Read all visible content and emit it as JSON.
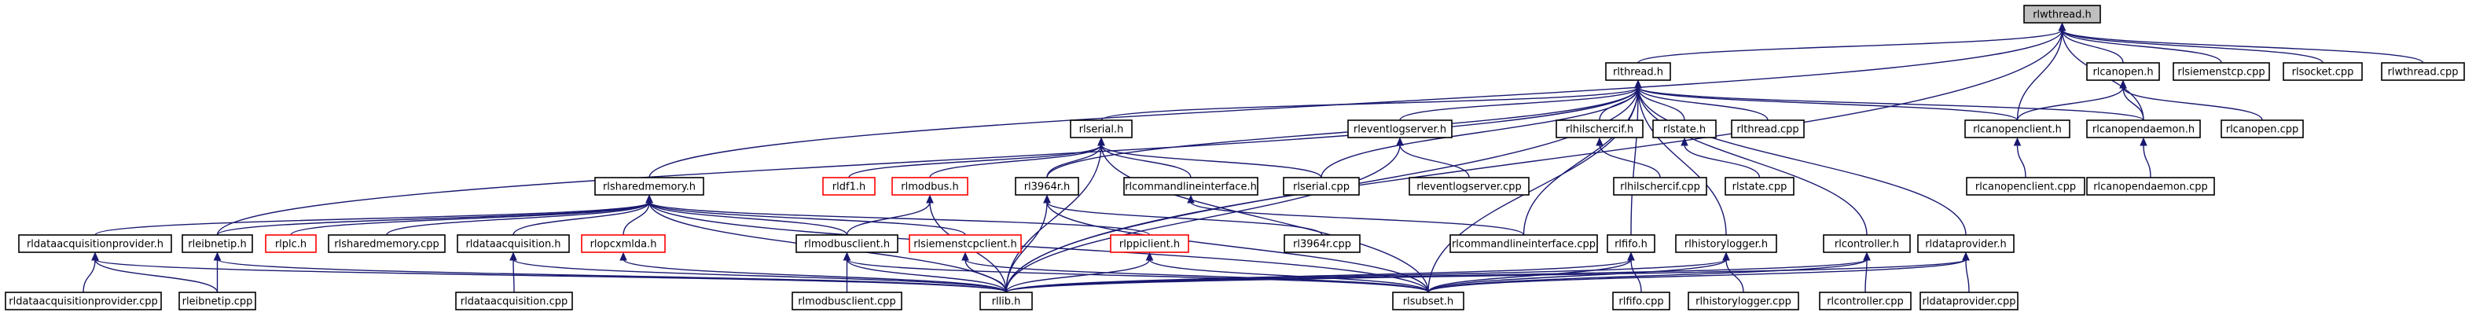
{
  "title": "rlwthread.h",
  "nodes": {
    "rlwthread_h": "rlwthread.h",
    "rlthread_h": "rlthread.h",
    "rlcanopen_h": "rlcanopen.h",
    "rlsiemenstcp_cpp": "rlsiemenstcp.cpp",
    "rlsocket_cpp": "rlsocket.cpp",
    "rlwthread_cpp": "rlwthread.cpp",
    "rlserial_h": "rlserial.h",
    "rleventlogserver_h": "rleventlogserver.h",
    "rlhilschercif_h": "rlhilschercif.h",
    "rlstate_h": "rlstate.h",
    "rlthread_cpp": "rlthread.cpp",
    "rlcanopenclient_h": "rlcanopenclient.h",
    "rlcanopendaemon_h": "rlcanopendaemon.h",
    "rlcanopen_cpp": "rlcanopen.cpp",
    "rlsharedmemory_h": "rlsharedmemory.h",
    "rldf1_h": "rldf1.h",
    "rlmodbus_h": "rlmodbus.h",
    "rl3964r_h": "rl3964r.h",
    "rlcommandlineinterface_h": "rlcommandlineinterface.h",
    "rlserial_cpp": "rlserial.cpp",
    "rleventlogserver_cpp": "rleventlogserver.cpp",
    "rlhilschercif_cpp": "rlhilschercif.cpp",
    "rlstate_cpp": "rlstate.cpp",
    "rlcanopenclient_cpp": "rlcanopenclient.cpp",
    "rlcanopendaemon_cpp": "rlcanopendaemon.cpp",
    "rldataacquisitionprovider_h": "rldataacquisitionprovider.h",
    "rleibnetip_h": "rleibnetip.h",
    "rlplc_h": "rlplc.h",
    "rlsharedmemory_cpp": "rlsharedmemory.cpp",
    "rldataacquisition_h": "rldataacquisition.h",
    "rlopcxmlda_h": "rlopcxmlda.h",
    "rlmodbusclient_h": "rlmodbusclient.h",
    "rlsiemenstcpclient_h": "rlsiemenstcpclient.h",
    "rlppiclient_h": "rlppiclient.h",
    "rl3964r_cpp": "rl3964r.cpp",
    "rlcommandlineinterface_cpp": "rlcommandlineinterface.cpp",
    "rlfifo_h": "rlfifo.h",
    "rlhistorylogger_h": "rlhistorylogger.h",
    "rlcontroller_h": "rlcontroller.h",
    "rldataprovider_h": "rldataprovider.h",
    "rldataacquisitionprovider_cpp": "rldataacquisitionprovider.cpp",
    "rleibnetip_cpp": "rleibnetip.cpp",
    "rldataacquisition_cpp": "rldataacquisition.cpp",
    "rlmodbusclient_cpp": "rlmodbusclient.cpp",
    "rllib_h": "rllib.h",
    "rlsubset_h": "rlsubset.h",
    "rlfifo_cpp": "rlfifo.cpp",
    "rlhistorylogger_cpp": "rlhistorylogger.cpp",
    "rlcontroller_cpp": "rlcontroller.cpp",
    "rldataprovider_cpp": "rldataprovider.cpp"
  },
  "edges": [
    [
      "rlwthread_h",
      "rlthread_h"
    ],
    [
      "rlwthread_h",
      "rlcanopen_h"
    ],
    [
      "rlwthread_h",
      "rlsiemenstcp_cpp"
    ],
    [
      "rlwthread_h",
      "rlsocket_cpp"
    ],
    [
      "rlwthread_h",
      "rlwthread_cpp"
    ],
    [
      "rlwthread_h",
      "rlcanopenclient_h"
    ],
    [
      "rlwthread_h",
      "rlcanopendaemon_h"
    ],
    [
      "rlwthread_h",
      "rlsharedmemory_h"
    ],
    [
      "rlwthread_h",
      "rllib_h"
    ],
    [
      "rlthread_h",
      "rlserial_h"
    ],
    [
      "rlthread_h",
      "rleventlogserver_h"
    ],
    [
      "rlthread_h",
      "rlhilschercif_h"
    ],
    [
      "rlthread_h",
      "rlstate_h"
    ],
    [
      "rlthread_h",
      "rlthread_cpp"
    ],
    [
      "rlthread_h",
      "rlcanopenclient_h"
    ],
    [
      "rlthread_h",
      "rlcanopendaemon_h"
    ],
    [
      "rlthread_h",
      "rlserial_cpp"
    ],
    [
      "rlthread_h",
      "rl3964r_h"
    ],
    [
      "rlthread_h",
      "rlcommandlineinterface_cpp"
    ],
    [
      "rlthread_h",
      "rlfifo_h"
    ],
    [
      "rlthread_h",
      "rlhistorylogger_h"
    ],
    [
      "rlthread_h",
      "rlcontroller_h"
    ],
    [
      "rlthread_h",
      "rldataprovider_h"
    ],
    [
      "rlthread_h",
      "rleibnetip_h"
    ],
    [
      "rlthread_h",
      "rllib_h"
    ],
    [
      "rlthread_h",
      "rlsubset_h"
    ],
    [
      "rlcanopen_h",
      "rlcanopendaemon_h"
    ],
    [
      "rlcanopen_h",
      "rlcanopen_cpp"
    ],
    [
      "rlcanopen_h",
      "rlcanopenclient_h"
    ],
    [
      "rlserial_h",
      "rldf1_h"
    ],
    [
      "rlserial_h",
      "rlmodbus_h"
    ],
    [
      "rlserial_h",
      "rl3964r_h"
    ],
    [
      "rlserial_h",
      "rlcommandlineinterface_h"
    ],
    [
      "rlserial_h",
      "rlserial_cpp"
    ],
    [
      "rlserial_h",
      "rllib_h"
    ],
    [
      "rlserial_h",
      "rlsubset_h"
    ],
    [
      "rleventlogserver_h",
      "rleventlogserver_cpp"
    ],
    [
      "rleventlogserver_h",
      "rllib_h"
    ],
    [
      "rlhilschercif_h",
      "rlhilschercif_cpp"
    ],
    [
      "rlstate_h",
      "rlstate_cpp"
    ],
    [
      "rlcanopenclient_h",
      "rlcanopenclient_cpp"
    ],
    [
      "rlcanopendaemon_h",
      "rlcanopendaemon_cpp"
    ],
    [
      "rlsharedmemory_h",
      "rldataacquisitionprovider_h"
    ],
    [
      "rlsharedmemory_h",
      "rleibnetip_h"
    ],
    [
      "rlsharedmemory_h",
      "rlplc_h"
    ],
    [
      "rlsharedmemory_h",
      "rlsharedmemory_cpp"
    ],
    [
      "rlsharedmemory_h",
      "rldataacquisition_h"
    ],
    [
      "rlsharedmemory_h",
      "rlopcxmlda_h"
    ],
    [
      "rlsharedmemory_h",
      "rlmodbusclient_h"
    ],
    [
      "rlsharedmemory_h",
      "rlsiemenstcpclient_h"
    ],
    [
      "rlsharedmemory_h",
      "rlppiclient_h"
    ],
    [
      "rlsharedmemory_h",
      "rllib_h"
    ],
    [
      "rlsharedmemory_h",
      "rlsubset_h"
    ],
    [
      "rlmodbus_h",
      "rlmodbusclient_h"
    ],
    [
      "rlmodbus_h",
      "rllib_h"
    ],
    [
      "rl3964r_h",
      "rl3964r_cpp"
    ],
    [
      "rl3964r_h",
      "rllib_h"
    ],
    [
      "rl3964r_h",
      "rlsubset_h"
    ],
    [
      "rlcommandlineinterface_h",
      "rlcommandlineinterface_cpp"
    ],
    [
      "rldataacquisitionprovider_h",
      "rldataacquisitionprovider_cpp"
    ],
    [
      "rldataacquisitionprovider_h",
      "rleibnetip_cpp"
    ],
    [
      "rldataacquisitionprovider_h",
      "rllib_h"
    ],
    [
      "rleibnetip_h",
      "rleibnetip_cpp"
    ],
    [
      "rleibnetip_h",
      "rllib_h"
    ],
    [
      "rldataacquisition_h",
      "rldataacquisition_cpp"
    ],
    [
      "rldataacquisition_h",
      "rllib_h"
    ],
    [
      "rlopcxmlda_h",
      "rllib_h"
    ],
    [
      "rlmodbusclient_h",
      "rlmodbusclient_cpp"
    ],
    [
      "rlmodbusclient_h",
      "rllib_h"
    ],
    [
      "rlmodbusclient_h",
      "rlsubset_h"
    ],
    [
      "rlsiemenstcpclient_h",
      "rllib_h"
    ],
    [
      "rlsiemenstcpclient_h",
      "rlsubset_h"
    ],
    [
      "rlppiclient_h",
      "rllib_h"
    ],
    [
      "rlppiclient_h",
      "rlsubset_h"
    ],
    [
      "rlfifo_h",
      "rlfifo_cpp"
    ],
    [
      "rlfifo_h",
      "rllib_h"
    ],
    [
      "rlfifo_h",
      "rlsubset_h"
    ],
    [
      "rlhistorylogger_h",
      "rlhistorylogger_cpp"
    ],
    [
      "rlhistorylogger_h",
      "rllib_h"
    ],
    [
      "rlhistorylogger_h",
      "rlsubset_h"
    ],
    [
      "rlcontroller_h",
      "rlcontroller_cpp"
    ],
    [
      "rlcontroller_h",
      "rllib_h"
    ],
    [
      "rlcontroller_h",
      "rlsubset_h"
    ],
    [
      "rldataprovider_h",
      "rldataprovider_cpp"
    ],
    [
      "rldataprovider_h",
      "rllib_h"
    ],
    [
      "rldataprovider_h",
      "rlsubset_h"
    ]
  ]
}
